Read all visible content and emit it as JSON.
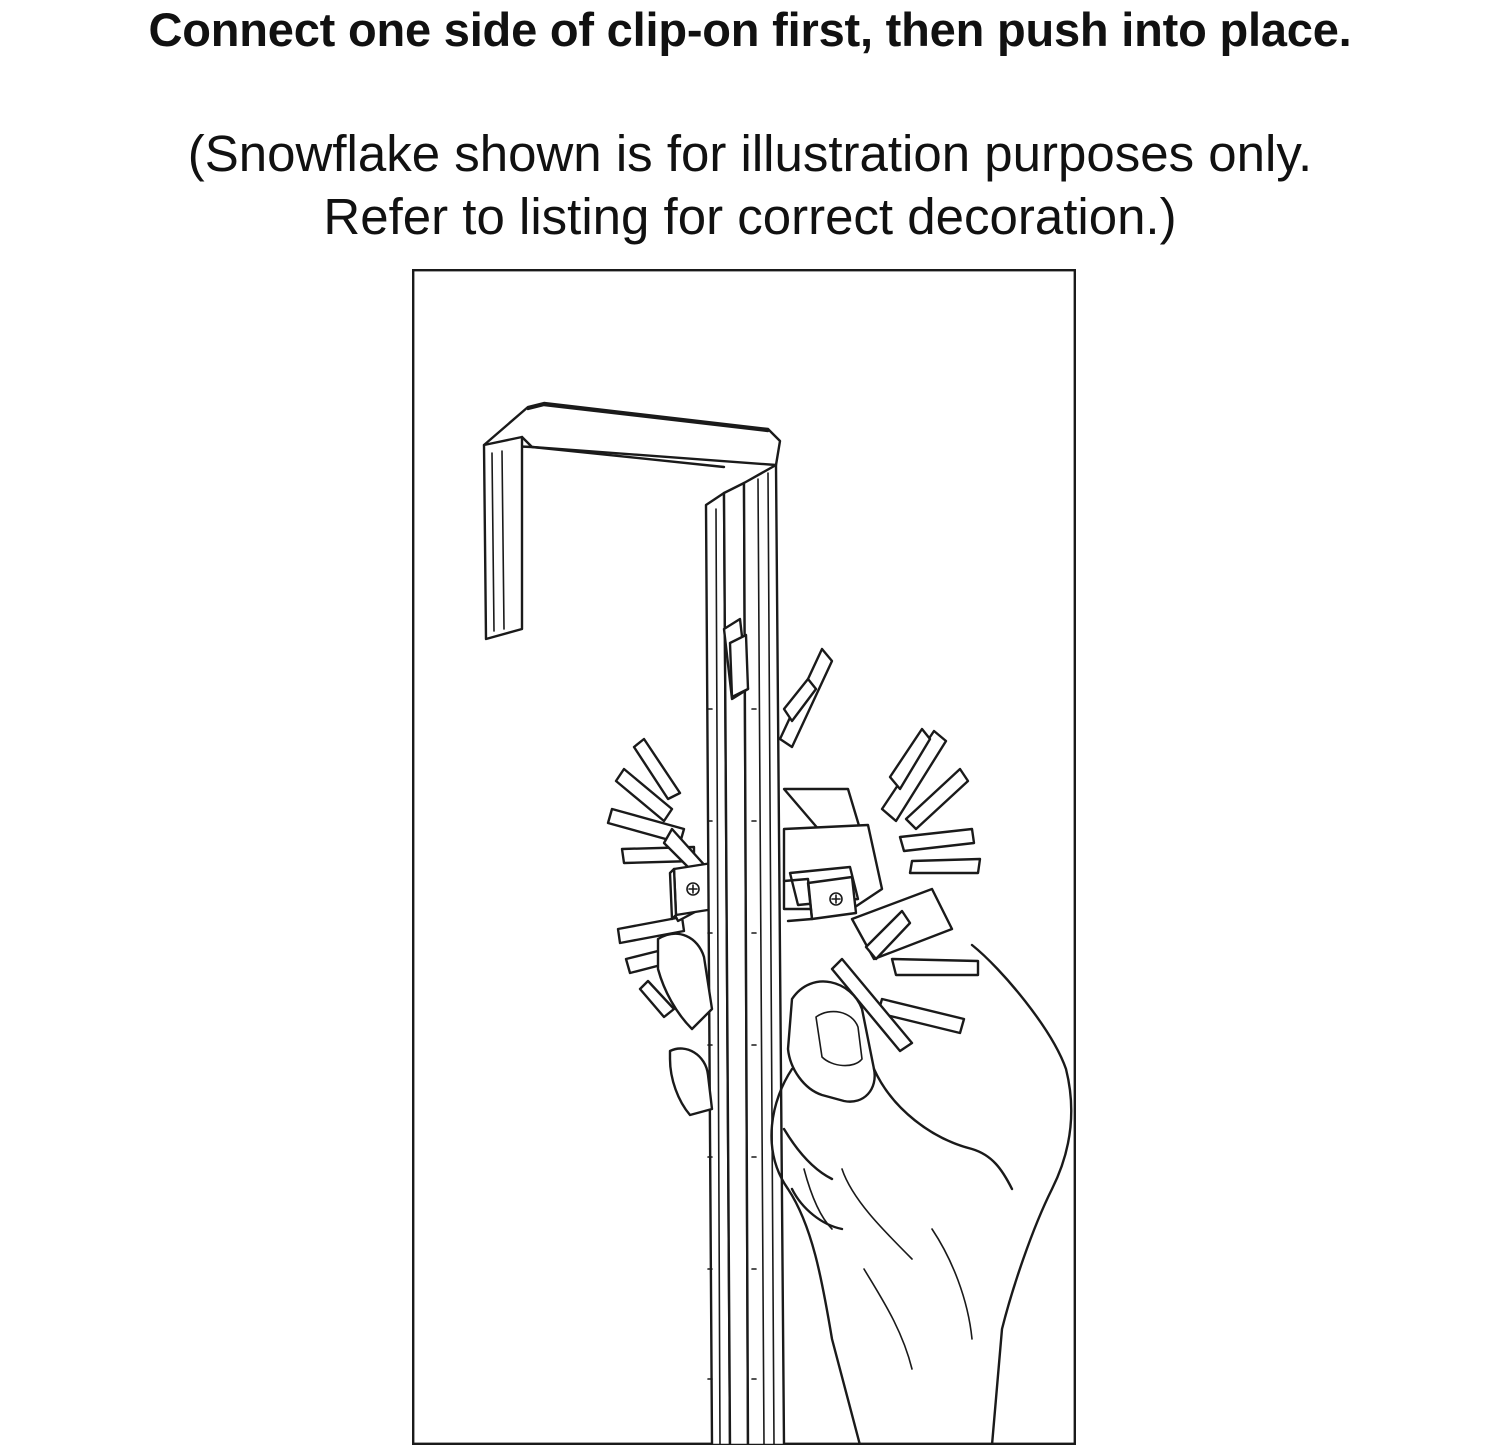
{
  "instructions": {
    "headline": "Connect one side of clip-on first, then push into place.",
    "note_line_1": "(Snowflake shown is for illustration purposes only.",
    "note_line_2": "Refer to listing for correct decoration.)"
  },
  "illustration": {
    "icons": [
      "over-door-hanger-icon",
      "snowflake-icon",
      "hand-icon",
      "clip-on-icon"
    ]
  }
}
